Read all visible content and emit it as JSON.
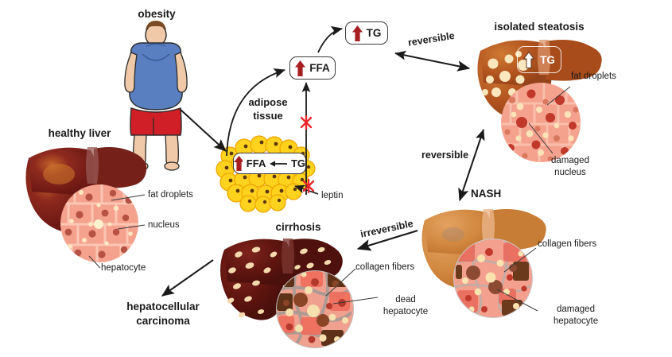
{
  "figure": {
    "title": "Progression of non-alcoholic fatty liver disease",
    "background": "#ffffff"
  },
  "colors": {
    "red_arrow": "#a81f22",
    "text": "#1a1a1a",
    "line": "#262626",
    "x_mark": "#e8262b",
    "fat_cell": "#ffd21e",
    "fat_cell_edge": "#f0a400",
    "healthy_liver": "#7d1f1c",
    "steatosis_liver": "#b2541f",
    "nash_liver": "#d2883f",
    "cirrhosis_liver": "#5e140f",
    "tissue_pink": "#f4a18d",
    "obesity_shirt": "#5a7fc0",
    "obesity_shorts": "#d01f26"
  },
  "stages": {
    "obesity": {
      "label": "obesity"
    },
    "healthy_liver": {
      "label": "healthy liver",
      "annotations": [
        {
          "text": "fat droplets"
        },
        {
          "text": "nucleus"
        },
        {
          "text": "hepatocyte"
        }
      ]
    },
    "adipose": {
      "label_line1": "adipose",
      "label_line2": "tissue",
      "box": {
        "arrow": "up-arrow-red",
        "left_label": "FFA",
        "connector": "left-arrow",
        "right_label": "TG"
      },
      "leptin_label": "leptin",
      "blocked_marks": 2
    },
    "ffa_box": {
      "arrow": "up-arrow-red",
      "label": "FFA"
    },
    "tg_box": {
      "arrow": "up-arrow-red",
      "label": "TG"
    },
    "isolated_steatosis": {
      "label": "isolated steatosis",
      "badge": {
        "arrow": "up-arrow-white",
        "label": "TG"
      },
      "annotations": [
        {
          "text": "fat droplets"
        },
        {
          "text_line1": "damaged",
          "text_line2": "nucleus"
        }
      ]
    },
    "nash": {
      "label": "NASH",
      "annotations": [
        {
          "text": "collagen fibers"
        },
        {
          "text_line1": "damaged",
          "text_line2": "hepatocyte"
        }
      ]
    },
    "cirrhosis": {
      "label": "cirrhosis",
      "annotations": [
        {
          "text": "collagen fibers"
        },
        {
          "text_line1": "dead",
          "text_line2": "hepatocyte"
        }
      ]
    },
    "hcc": {
      "label_line1": "hepatocellular",
      "label_line2": "carcinoma"
    }
  },
  "transitions": {
    "steatosis_reversible": {
      "label": "reversible",
      "direction": "bidirectional"
    },
    "nash_reversible": {
      "label": "reversible",
      "direction": "bidirectional"
    },
    "cirrhosis_irreversible": {
      "label": "irreversible",
      "direction": "unidirectional"
    }
  }
}
